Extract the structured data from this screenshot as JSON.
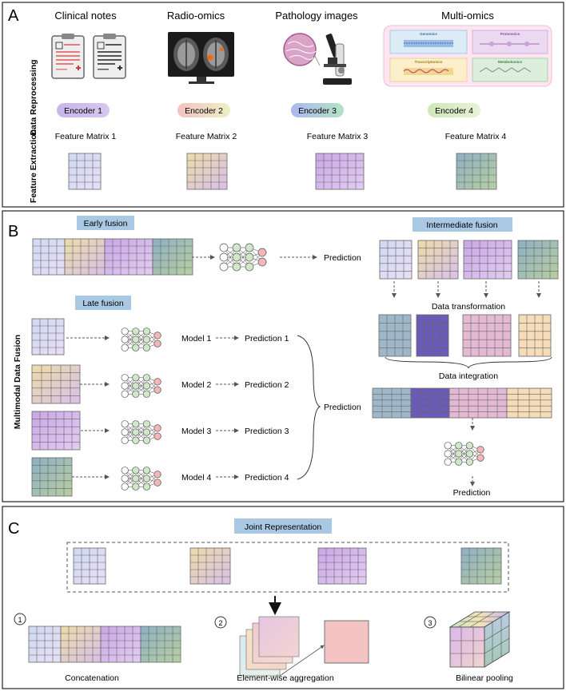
{
  "panel_a": {
    "letter": "A",
    "row_labels": [
      "Data Reprocessing",
      "Feature Extraction"
    ],
    "sources": [
      "Clinical notes",
      "Radio-omics",
      "Pathology images",
      "Multi-omics"
    ],
    "omics_boxes": [
      "Genomics",
      "Proteomics",
      "Transcriptomics",
      "Metabolomics"
    ],
    "encoders": [
      "Encoder 1",
      "Encoder 2",
      "Encoder 3",
      "Encoder 4"
    ],
    "features": [
      "Feature Matrix 1",
      "Feature Matrix 2",
      "Feature Matrix 3",
      "Feature Matrix 4"
    ]
  },
  "panel_b": {
    "letter": "B",
    "side_label": "Multimodal Data Fusion",
    "early": {
      "title": "Early fusion",
      "output": "Prediction"
    },
    "late": {
      "title": "Late fusion",
      "models": [
        "Model 1",
        "Model 2",
        "Model 3",
        "Model 4"
      ],
      "predictions": [
        "Prediction 1",
        "Prediction 2",
        "Prediction 3",
        "Prediction 4"
      ],
      "final": "Prediction"
    },
    "intermediate": {
      "title": "Intermediate fusion",
      "transform": "Data transformation",
      "integrate": "Data integration",
      "output": "Prediction"
    }
  },
  "panel_c": {
    "letter": "C",
    "title": "Joint Representation",
    "steps": [
      "1",
      "2",
      "3"
    ],
    "methods": [
      "Concatenation",
      "Element-wise aggregation",
      "Bilinear pooling"
    ]
  },
  "colors": {
    "m1": "#dfe3f7",
    "m2": "#e6dcbd",
    "m3": "#d9b7ea",
    "m4": "#9fb8c9",
    "purple": "#6a5bb8",
    "pink": "#e3b9d4",
    "peach": "#f6dcb8",
    "title_bg": "#a9c8e4",
    "node": "#cfe8c7",
    "node_out": "#f2b8b8"
  }
}
